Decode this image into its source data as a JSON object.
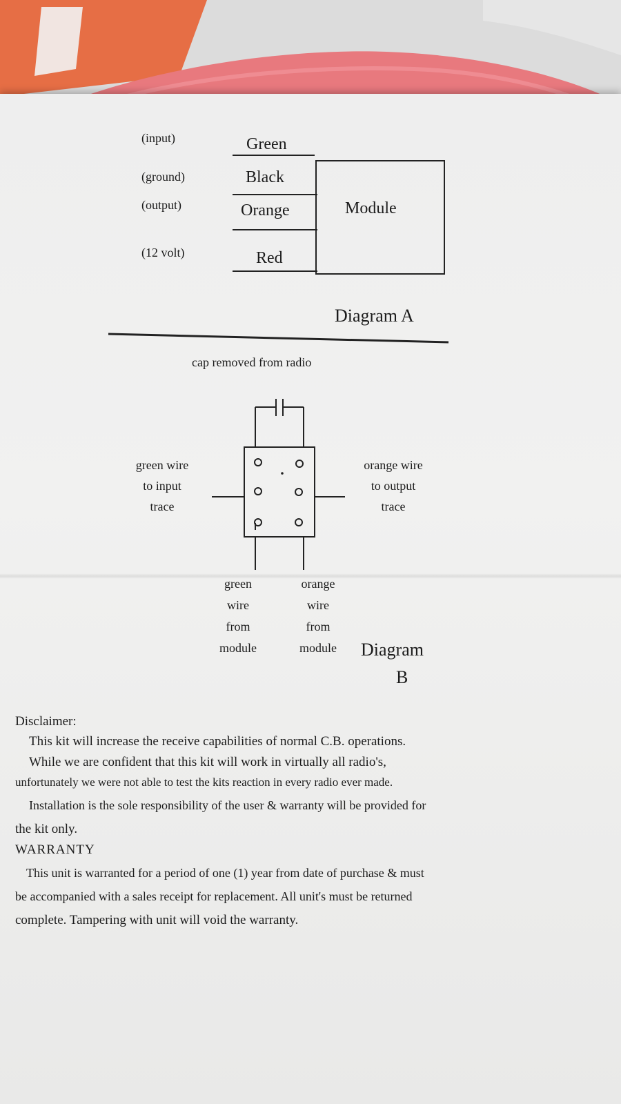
{
  "diagram_a": {
    "wires": [
      {
        "role": "(input)",
        "color": "Green"
      },
      {
        "role": "(ground)",
        "color": "Black"
      },
      {
        "role": "(output)",
        "color": "Orange"
      },
      {
        "role": "(12 volt)",
        "color": "Red"
      }
    ],
    "module_label": "Module",
    "caption": "Diagram A"
  },
  "diagram_b": {
    "title": "cap removed from radio",
    "left_label": [
      "green wire",
      "to input",
      "trace"
    ],
    "right_label": [
      "orange wire",
      "to output",
      "trace"
    ],
    "bottom_left_label": [
      "green",
      "wire",
      "from",
      "module"
    ],
    "bottom_right_label": [
      "orange",
      "wire",
      "from",
      "module"
    ],
    "caption_line1": "Diagram",
    "caption_line2": "B"
  },
  "disclaimer": {
    "heading": "Disclaimer:",
    "lines": [
      "This kit will increase the receive capabilities of normal C.B. operations.",
      "While we are confident that this kit will work in virtually all radio's,",
      "unfortunately we were not able to test the kits reaction in every radio ever made.",
      "Installation is the sole responsibility of the user & warranty will be provided for",
      "the kit only."
    ]
  },
  "warranty": {
    "heading": "WARRANTY",
    "lines": [
      "This unit is warranted for a period of one (1) year from date of purchase & must",
      "be accompanied with a sales receipt for replacement. All unit's must be returned",
      "complete. Tampering with unit will void the warranty."
    ]
  }
}
